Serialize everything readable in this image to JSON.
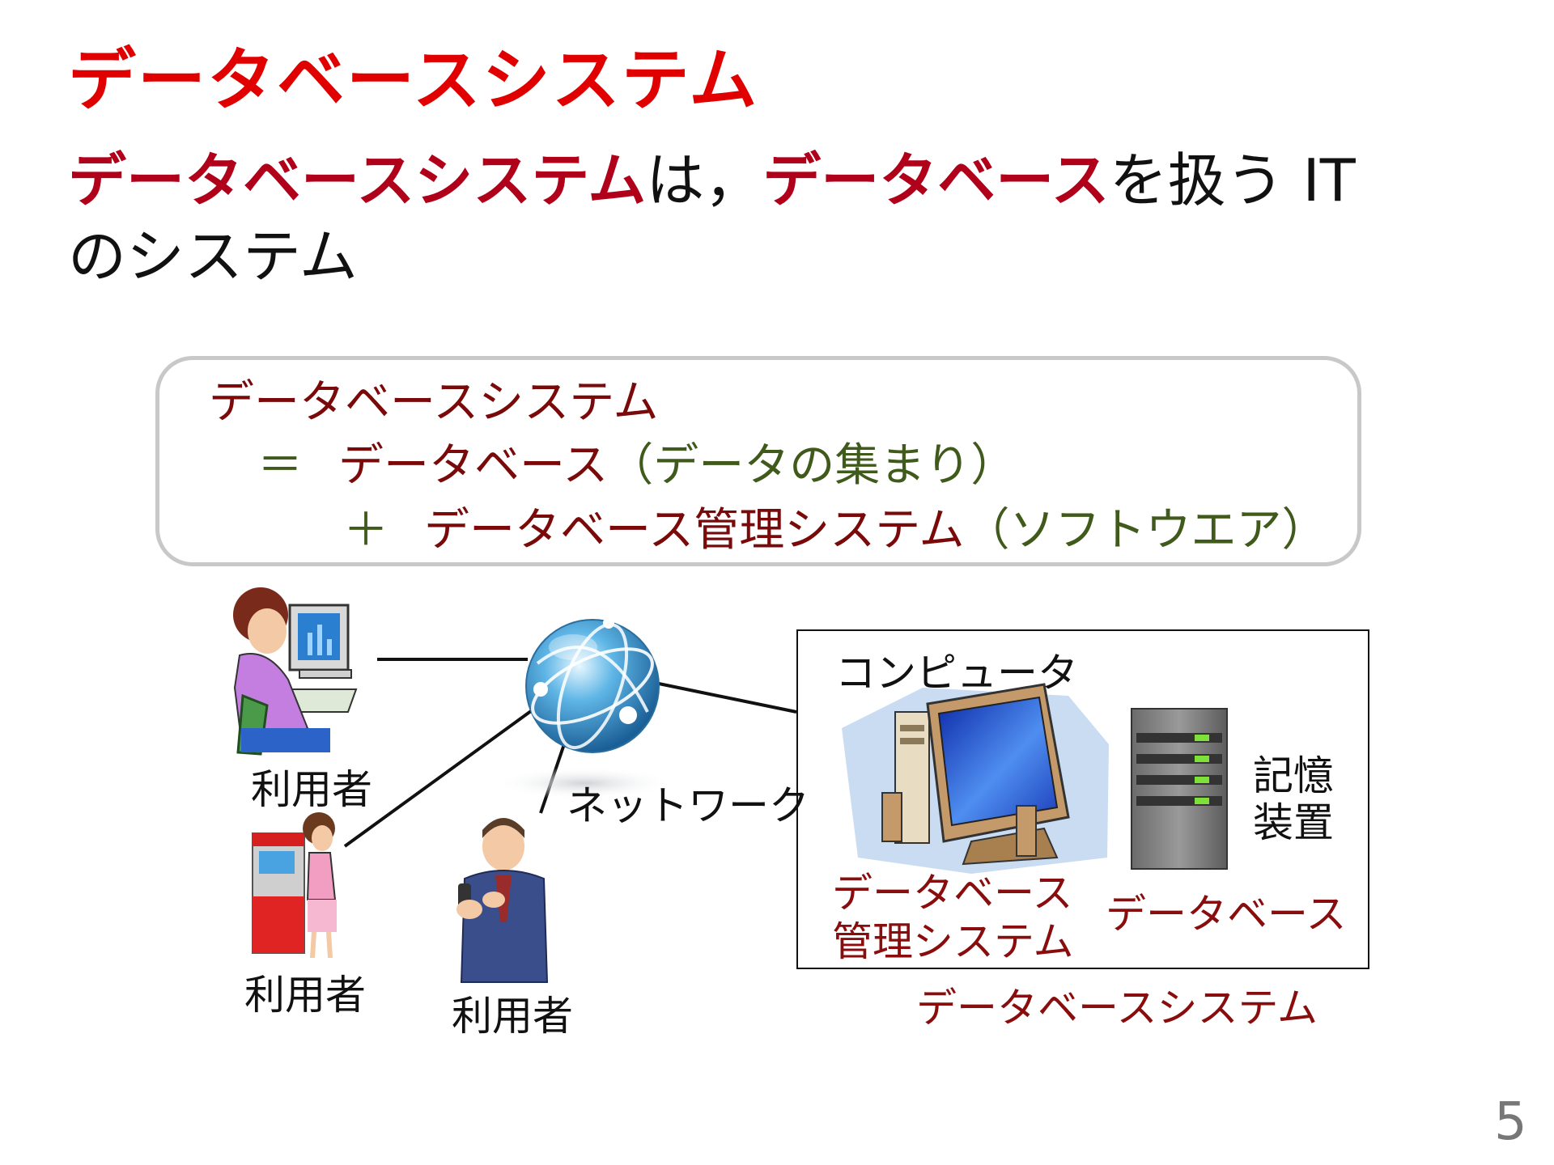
{
  "slide": {
    "title": "データベースシステム",
    "lead": {
      "term1": "データベースシステム",
      "text1": "は，",
      "term2": "データベース",
      "text2": "を扱う IT",
      "line2": "のシステム"
    },
    "definition": {
      "line1": "データベースシステム",
      "eq_symbol": "＝",
      "db_label": "データベース",
      "db_note": "（データの集まり）",
      "plus_symbol": "＋",
      "dbms_label": "データベース管理システム",
      "dbms_note": "（ソフトウエア）"
    },
    "diagram": {
      "user_label_1": "利用者",
      "user_label_2": "利用者",
      "user_label_3": "利用者",
      "network_label": "ネットワーク",
      "computer_label": "コンピュータ",
      "dbms_label_line1": "データベース",
      "dbms_label_line2": "管理システム",
      "storage_label_line1": "記憶",
      "storage_label_line2": "装置",
      "database_label": "データベース",
      "system_label": "データベースシステム"
    },
    "page_number": "5"
  },
  "colors": {
    "title_red": "#e00000",
    "term_red": "#b0001a",
    "dark_red": "#7a0a0a",
    "olive": "#3f5a1a",
    "box_border": "#c8c8c8"
  }
}
